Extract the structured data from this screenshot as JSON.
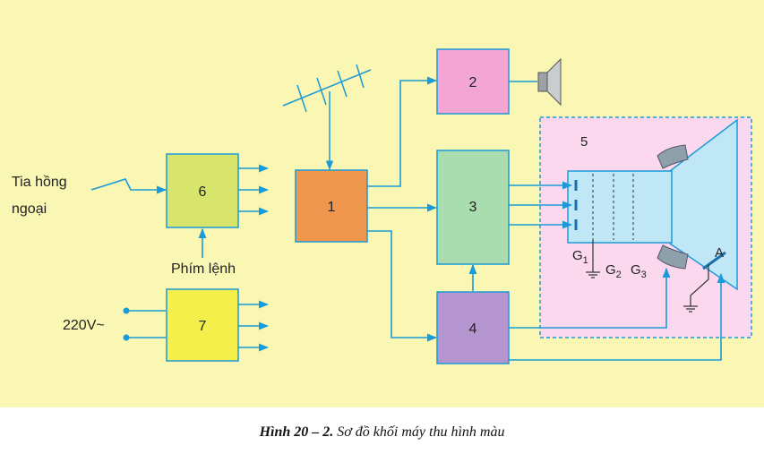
{
  "diagram": {
    "colors": {
      "background": "#faf6b4",
      "wire": "#1a9bd7",
      "block_1": "#f0974f",
      "block_2": "#f3a6d4",
      "block_3": "#a9dcae",
      "block_4": "#b495cf",
      "block_5_panel": "#fbd8ee",
      "block_6": "#d8e56c",
      "block_7": "#f4ef4a",
      "crt": "#bfe7f6"
    },
    "blocks": {
      "b1": "1",
      "b2": "2",
      "b3": "3",
      "b4": "4",
      "b5": "5",
      "b6": "6",
      "b7": "7"
    },
    "labels": {
      "ir_line1": "Tia hồng",
      "ir_line2": "ngoại",
      "command_keys": "Phím lệnh",
      "mains": "220V~",
      "grid1": "G",
      "grid1_sub": "1",
      "grid2": "G",
      "grid2_sub": "2",
      "grid3": "G",
      "grid3_sub": "3",
      "anode": "A"
    },
    "icons": [
      "antenna-icon",
      "speaker-icon",
      "crt-tube-icon",
      "ground-icon"
    ]
  },
  "caption": {
    "label": "Hình 20 – 2.",
    "text": " Sơ đồ khối máy thu hình màu"
  }
}
